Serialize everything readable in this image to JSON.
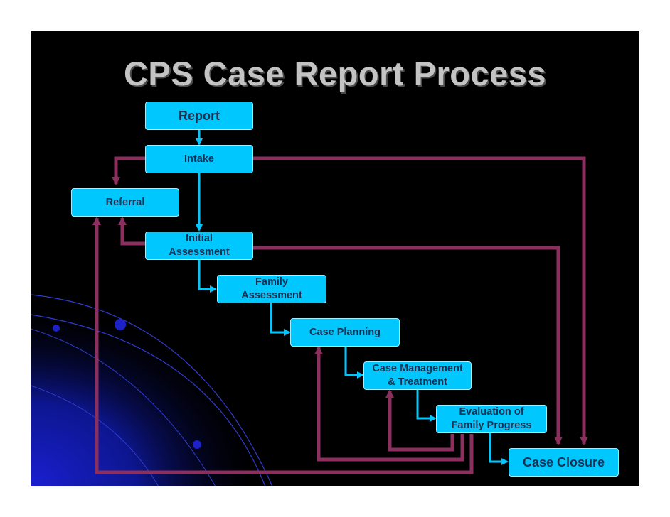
{
  "title": "CPS Case Report Process",
  "nodes": {
    "report": "Report",
    "intake": "Intake",
    "referral": "Referral",
    "initial_assessment": "Initial\nAssessment",
    "family_assessment": "Family\nAssessment",
    "case_planning": "Case Planning",
    "case_management": "Case Management\n& Treatment",
    "evaluation": "Evaluation of\nFamily Progress",
    "case_closure": "Case Closure"
  },
  "colors": {
    "background": "#000000",
    "box_fill": "#00c8ff",
    "box_text": "#1d3050",
    "forward_arrow": "#00c8ff",
    "return_arrow": "#8b2f5e",
    "title": "#c3c3c3"
  }
}
